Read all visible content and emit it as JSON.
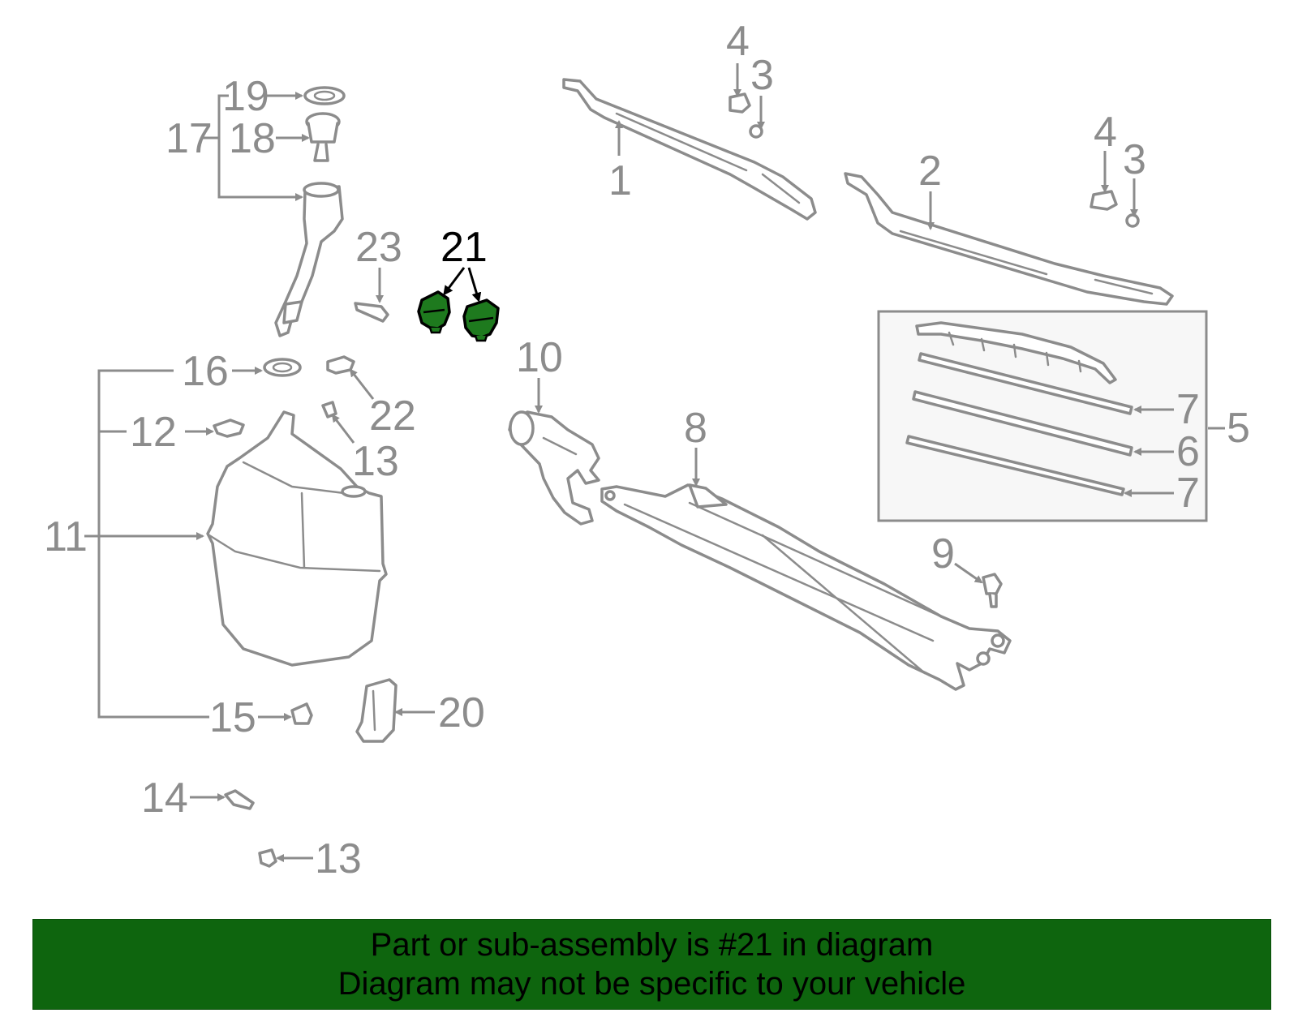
{
  "diagram": {
    "highlight_color": "#1e7a1e",
    "callouts": {
      "c1": "1",
      "c2": "2",
      "c3a": "3",
      "c3b": "3",
      "c4a": "4",
      "c4b": "4",
      "c5": "5",
      "c6": "6",
      "c7a": "7",
      "c7b": "7",
      "c8": "8",
      "c9": "9",
      "c10": "10",
      "c11": "11",
      "c12": "12",
      "c13a": "13",
      "c13b": "13",
      "c14": "14",
      "c15": "15",
      "c16": "16",
      "c17": "17",
      "c18": "18",
      "c19": "19",
      "c20": "20",
      "c21": "21",
      "c22": "22",
      "c23": "23"
    }
  },
  "banner": {
    "background": "#0e650e",
    "line1": "Part or sub-assembly is #21 in diagram",
    "line2": "Diagram may not be specific to your vehicle"
  }
}
